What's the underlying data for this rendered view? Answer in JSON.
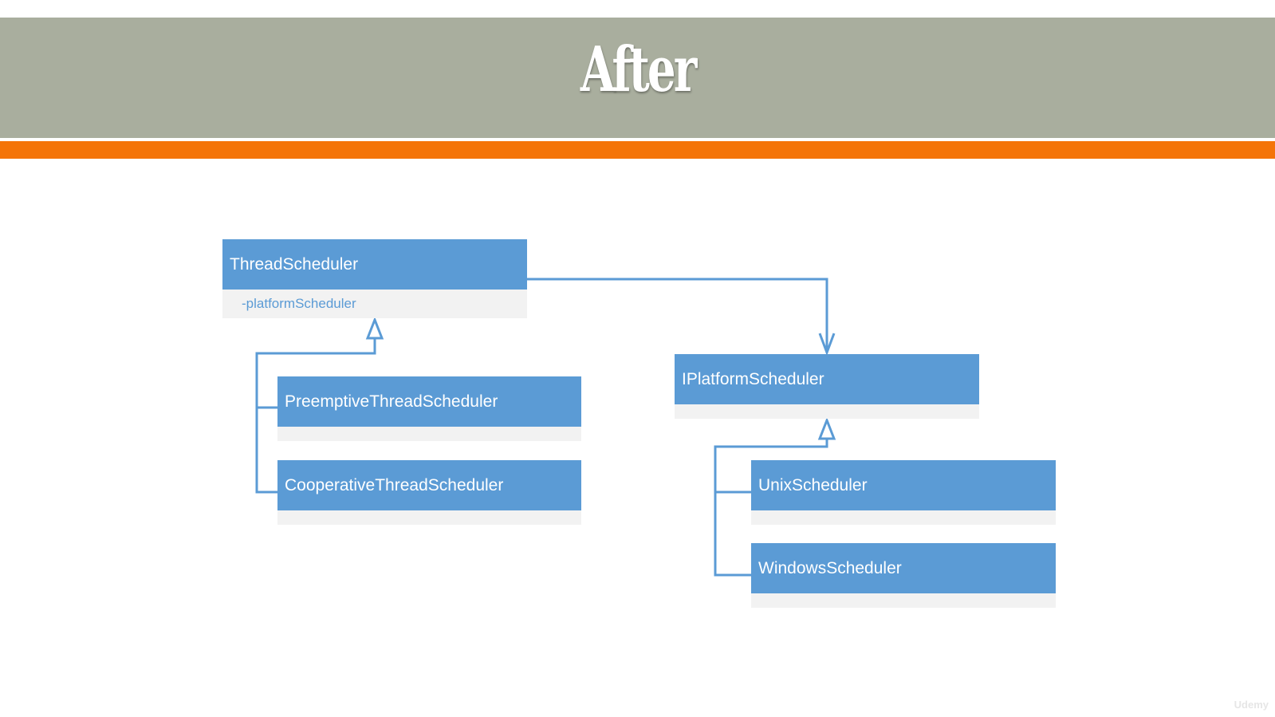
{
  "slide": {
    "title": "After",
    "watermark": "Udemy"
  },
  "colors": {
    "title_band": "#a9ae9e",
    "accent_line": "#f47408",
    "class_header": "#5b9bd5",
    "class_body": "#f2f2f2",
    "connector": "#5b9bd5"
  },
  "classes": {
    "thread_scheduler": {
      "name": "ThreadScheduler",
      "attributes": [
        "-platformScheduler"
      ]
    },
    "preemptive": {
      "name": "PreemptiveThreadScheduler",
      "attributes": []
    },
    "cooperative": {
      "name": "CooperativeThreadScheduler",
      "attributes": []
    },
    "iplatform": {
      "name": "IPlatformScheduler",
      "attributes": []
    },
    "unix": {
      "name": "UnixScheduler",
      "attributes": []
    },
    "windows": {
      "name": "WindowsScheduler",
      "attributes": []
    }
  },
  "relationships": [
    {
      "from": "PreemptiveThreadScheduler",
      "to": "ThreadScheduler",
      "type": "inheritance"
    },
    {
      "from": "CooperativeThreadScheduler",
      "to": "ThreadScheduler",
      "type": "inheritance"
    },
    {
      "from": "ThreadScheduler",
      "to": "IPlatformScheduler",
      "type": "association"
    },
    {
      "from": "UnixScheduler",
      "to": "IPlatformScheduler",
      "type": "inheritance"
    },
    {
      "from": "WindowsScheduler",
      "to": "IPlatformScheduler",
      "type": "inheritance"
    }
  ]
}
